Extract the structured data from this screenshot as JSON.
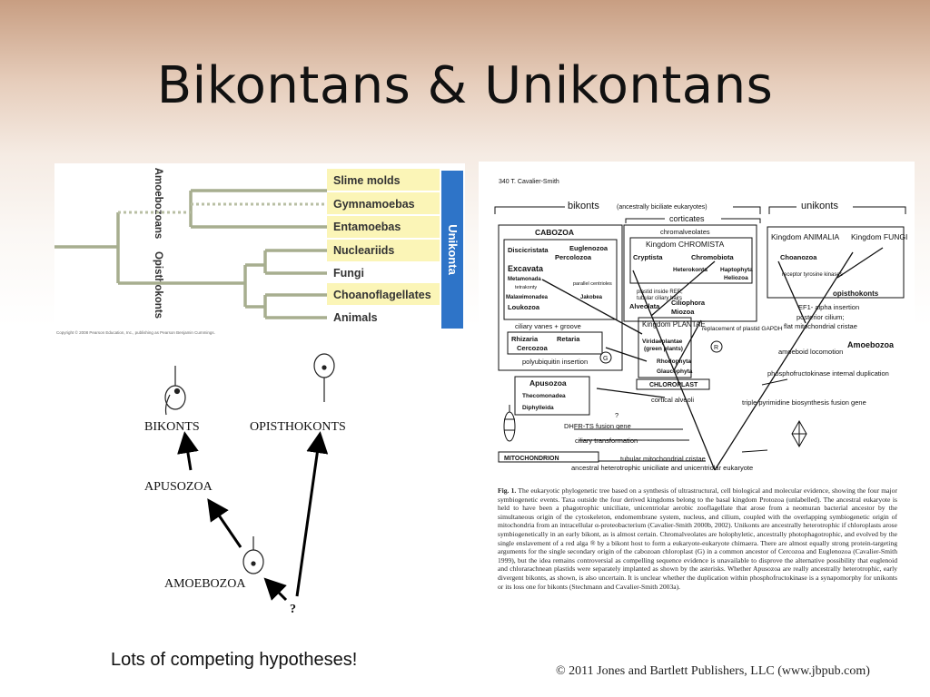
{
  "title": "Bikontans & Unikontans",
  "cladogram": {
    "group_labels": [
      "Amoebozoans",
      "Opisthokonts"
    ],
    "taxa": [
      "Slime molds",
      "Gymnamoebas",
      "Entamoebas",
      "Nucleariids",
      "Fungi",
      "Choanoflagellates",
      "Animals"
    ],
    "side_label": "Unikonta",
    "credit": "Copyright © 2008 Pearson Education, Inc., publishing as Pearson Benjamin Cummings.",
    "colors": {
      "tree": "#a7ae8f",
      "highlight": "#fbf5b7",
      "side_bar": "#2e74c8"
    }
  },
  "hypothesis": {
    "labels": {
      "bikonts": "BIKONTS",
      "opisthokonts": "OPISTHOKONTS",
      "apusozoa": "APUSOZOA",
      "amoebozoa": "AMOEBOZOA",
      "question": "?"
    }
  },
  "figure": {
    "page_header": "340   T. Cavalier-Smith",
    "bikonts_heading": "bikonts",
    "bikonts_note": "(ancestrally biciliate eukaryotes)",
    "unikonts_heading": "unikonts",
    "corticates": "corticates",
    "cabozoa": "CABOZOA",
    "chromalveolates": "chromalveolates",
    "kingdom_chromista": "Kingdom CHROMISTA",
    "kingdom_animalia": "Kingdom ANIMALIA",
    "kingdom_fungi": "Kingdom FUNGI",
    "kingdom_plantae": "Kingdom PLANTAE",
    "taxa": {
      "discicristata": "Discicristata",
      "euglenozoa": "Euglenozoa",
      "percolozoa": "Percolozoa",
      "excavata": "Excavata",
      "metamonada": "Metamonada",
      "malawimonadea": "Malawimonadea",
      "jakobea": "Jakobea",
      "loukozoa": "Loukozoa",
      "cryptista": "Cryptista",
      "chromobiota": "Chromobiota",
      "heterokonta": "Heterokonta",
      "haptophyta": "Haptophyta",
      "heliozoa": "Heliozoa",
      "alveolata": "Alveolata",
      "ciliophora": "Ciliophora",
      "miozoa": "Miozoa",
      "choanozoa": "Choanozoa",
      "opisthokonts": "opisthokonts",
      "amoebozoa": "Amoebozoa",
      "rhizaria": "Rhizaria",
      "retaria": "Retaria",
      "cercozoa": "Cercozoa",
      "viridaeplantae": "Viridaeplantae",
      "green_plants": "(green plants)",
      "rhodophyta": "Rhodophyta",
      "glaucophyta": "Glaucophyta",
      "apusozoa": "Apusozoa",
      "thecomonadea": "Thecomonadea",
      "diphylleida": "Diphylleida"
    },
    "events": {
      "tetrakonty": "tetrakonty",
      "parallel_centrioles": "parallel centrioles",
      "plastid_rer": "plastid inside RER;",
      "ciliary_hairs": "tubular ciliary hairs",
      "ciliary_vanes": "ciliary vanes + groove",
      "replacement": "replacement of plastid GAPDH",
      "polyubiquitin": "polyubiquitin insertion",
      "chloroplast": "CHLOROPLAST",
      "cortical_alveoli": "cortical alveoli",
      "ef1": "EF1- alpha insertion",
      "posterior_cilium": "posterior cilium;",
      "flat_cristae": "flat mitochondrial cristae",
      "receptor_kinases": "receptor tyrosine kinases",
      "amoeboid": "amoeboid locomotion",
      "pfk_dup": "phosphofructokinase internal duplication",
      "triple_pyrimidine": "triple pyrimidine biosynthesis fusion gene",
      "dhfr_ts": "DHFR-TS fusion gene",
      "ciliary_transformation": "ciliary transformation",
      "mitochondrion": "MITOCHONDRION",
      "tubular_cristae": "tubular mitochondrial cristae",
      "ancestor": "ancestral heterotrophic uniciliate and unicentriolar eukaryote",
      "g_marker": "G",
      "r_marker": "R",
      "q_marker": "?"
    },
    "caption_label": "Fig. 1.",
    "caption_text": "The eukaryotic phylogenetic tree based on a synthesis of ultrastructural, cell biological and molecular evidence, showing the four major symbiogenetic events. Taxa outside the four derived kingdoms belong to the basal kingdom Protozoa (unlabelled). The ancestral eukaryote is held to have been a phagotrophic uniciliate, unicentriolar aerobic zooflagellate that arose from a neomuran bacterial ancestor by the simultaneous origin of the cytoskeleton, endomembrane system, nucleus, and cilium, coupled with the overlapping symbiogenetic origin of mitochondria from an intracellular α-proteobacterium (Cavalier-Smith 2000b, 2002). Unikonts are ancestrally heterotrophic if chloroplasts arose symbiogenetically in an early bikont, as is almost certain. Chromalveolates are holophyletic, ancestrally photophagotrophic, and evolved by the single enslavement of a red alga ® by a bikont host to form a eukaryote-eukaryote chimaera. There are almost equally strong protein-targeting arguments for the single secondary origin of the cabozoan chloroplast (G) in a common ancestor of Cercozoa and Euglenozoa (Cavalier-Smith 1999), but the idea remains controversial as compelling sequence evidence is unavailable to disprove the alternative possibility that euglenoid and chlorarachnean plastids were separately implanted as shown by the asterisks. Whether Apusozoa are really ancestrally heterotrophic, early divergent bikonts, as shown, is also uncertain. It is unclear whether the duplication within phosphofructokinase is a synapomorphy for unikonts or its loss one for bikonts (Stechmann and Cavalier-Smith 2003a)."
  },
  "bottom_note": "Lots of competing hypotheses!",
  "copyright": "© 2011 Jones and Bartlett Publishers, LLC (www.jbpub.com)"
}
